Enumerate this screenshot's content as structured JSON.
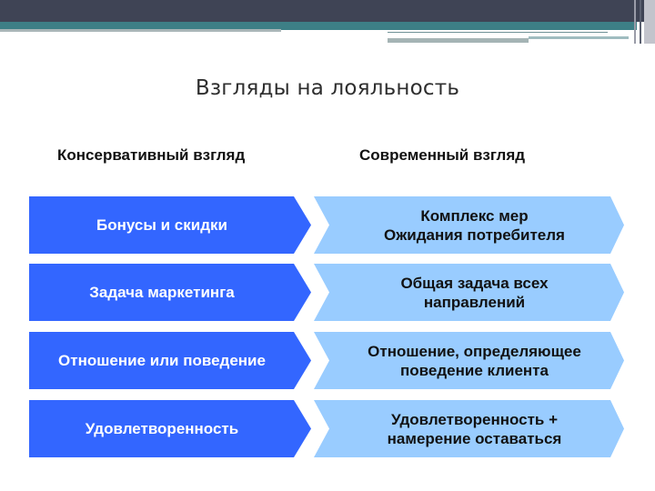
{
  "slide": {
    "title": "Взгляды на лояльность",
    "columns": {
      "left_header": "Консервативный взгляд",
      "right_header": "Современный взгляд"
    },
    "rows": [
      {
        "conservative": "Бонусы и скидки",
        "modern": [
          "Комплекс мер",
          "Ожидания потребителя"
        ]
      },
      {
        "conservative": "Задача маркетинга",
        "modern": [
          "Общая задача всех",
          "направлений"
        ]
      },
      {
        "conservative": "Отношение или поведение",
        "modern": [
          "Отношение, определяющее",
          "поведение клиента"
        ]
      },
      {
        "conservative": "Удовлетворенность",
        "modern": [
          "Удовлетворенность +",
          "намерение оставаться"
        ]
      }
    ],
    "colors": {
      "conservative_fill": "#3366ff",
      "modern_fill": "#99ccff",
      "header_dark": "#3f4455",
      "header_teal": "#3d7f86"
    }
  }
}
